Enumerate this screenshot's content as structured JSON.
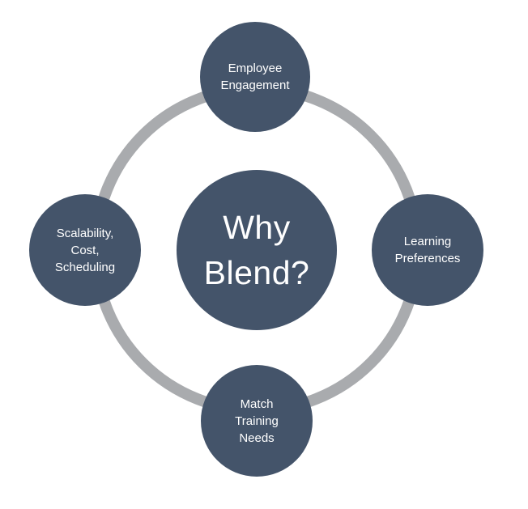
{
  "colors": {
    "node_fill": "#44546a",
    "ring": "#a9abae",
    "text": "#ffffff",
    "background": "#ffffff"
  },
  "center": {
    "label": "Why\nBlend?"
  },
  "nodes": {
    "top": {
      "label": "Employee\nEngagement"
    },
    "right": {
      "label": "Learning\nPreferences"
    },
    "bottom": {
      "label": "Match\nTraining\nNeeds"
    },
    "left": {
      "label": "Scalability,\nCost,\nScheduling"
    }
  }
}
